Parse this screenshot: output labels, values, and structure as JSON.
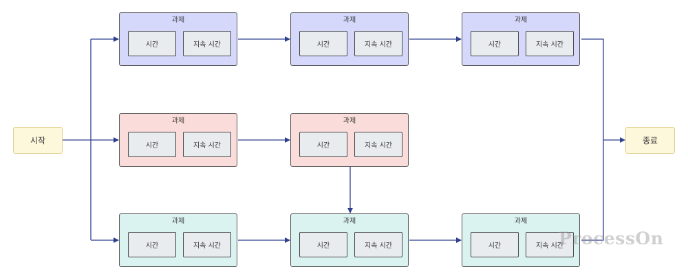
{
  "start_label": "시작",
  "end_label": "종료",
  "task_title": "과제",
  "time_label": "시간",
  "duration_label": "지속 시간",
  "watermark": "ProcessOn",
  "colors": {
    "blue_fill": "#d6d8fb",
    "red_fill": "#fadcda",
    "teal_fill": "#daf2f0",
    "terminal_fill": "#fdf7dc",
    "connector": "#2f3f8f"
  }
}
